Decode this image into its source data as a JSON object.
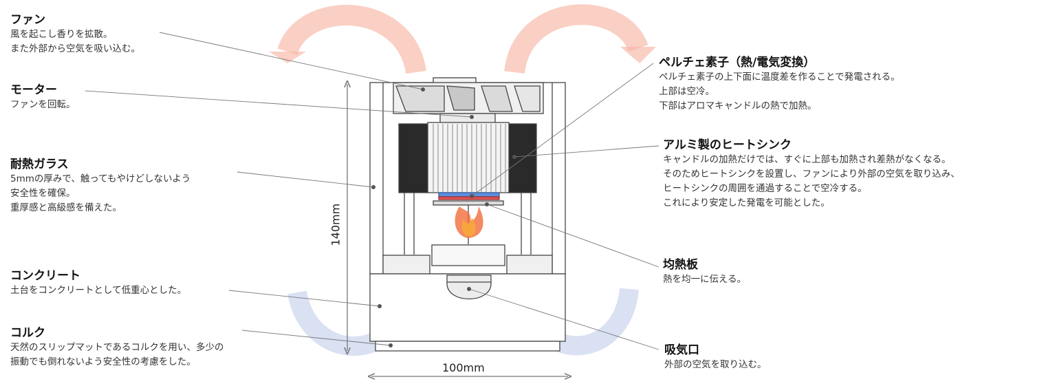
{
  "labels": {
    "fan": {
      "title": "ファン",
      "lines": [
        "風を起こし香りを拡散。",
        "また外部から空気を吸い込む。"
      ]
    },
    "motor": {
      "title": "モーター",
      "lines": [
        "ファンを回転。"
      ]
    },
    "glass": {
      "title": "耐熱ガラス",
      "lines": [
        "5mmの厚みで、触ってもやけどしないよう",
        "安全性を確保。",
        "重厚感と高級感を備えた。"
      ]
    },
    "concrete": {
      "title": "コンクリート",
      "lines": [
        "土台をコンクリートとして低重心とした。"
      ]
    },
    "cork": {
      "title": "コルク",
      "lines": [
        "天然のスリップマットであるコルクを用い、多少の",
        "振動でも倒れないよう安全性の考慮をした。"
      ]
    },
    "peltier": {
      "title": "ペルチェ素子（熱/電気変換）",
      "lines": [
        "ペルチェ素子の上下面に温度差を作ることで発電される。",
        "上部は空冷。",
        "下部はアロマキャンドルの熱で加熱。"
      ]
    },
    "heatsink": {
      "title": "アルミ製のヒートシンク",
      "lines": [
        "キャンドルの加熱だけでは、すぐに上部も加熱され差熱がなくなる。",
        "そのためヒートシンクを設置し、ファンにより外部の空気を取り込み、",
        "ヒートシンクの周囲を通過することで空冷する。",
        "これにより安定した発電を可能とした。"
      ]
    },
    "spreader": {
      "title": "均熱板",
      "lines": [
        "熱を均一に伝える。"
      ]
    },
    "intake": {
      "title": "吸気口",
      "lines": [
        "外部の空気を取り込む。"
      ]
    }
  },
  "dimensions": {
    "height": "140mm",
    "width": "100mm"
  },
  "colors": {
    "hot_arrow": "#f7b5a5",
    "cool_arrow": "#c9d4ec",
    "flame_outer": "#f26b3a",
    "flame_inner": "#f6a83c",
    "peltier_red": "#e05555",
    "peltier_blue": "#5c8fe0",
    "line": "#555555"
  }
}
